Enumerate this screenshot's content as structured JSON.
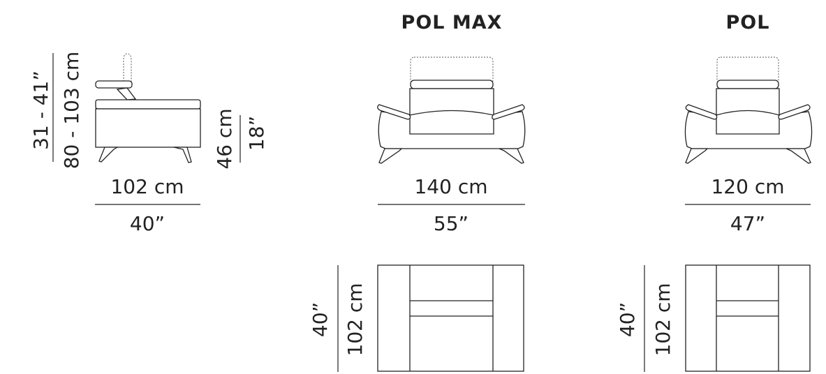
{
  "models": {
    "pol_max": {
      "title": "POL MAX",
      "width_cm": "140 cm",
      "width_in": "55”",
      "depth_cm": "102 cm",
      "depth_in": "40”"
    },
    "pol": {
      "title": "POL",
      "width_cm": "120 cm",
      "width_in": "47”",
      "depth_cm": "102 cm",
      "depth_in": "40”"
    }
  },
  "side_view": {
    "height_cm": "80 - 103 cm",
    "height_in": "31 - 41”",
    "seat_height_cm": "46 cm",
    "seat_height_in": "18”",
    "depth_cm": "102 cm",
    "depth_in": "40”"
  },
  "line_color": "#222222"
}
